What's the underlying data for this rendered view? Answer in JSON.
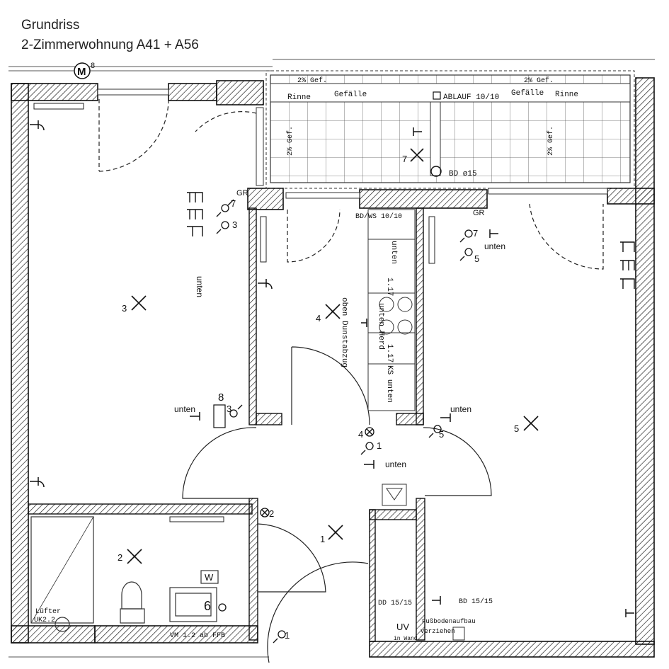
{
  "header": {
    "title": "Grundriss",
    "subtitle": "2-Zimmerwohnung A41 + A56"
  },
  "balcony": {
    "slope_top_left": "2% Gef.",
    "slope_top_right": "2% Gef.",
    "gutter_left": "Rinne",
    "gutter_right": "Rinne",
    "fall_left": "Gefälle",
    "fall_right": "Gefälle",
    "drain": "ABLAUF 10/10",
    "slope_side_left": "2% Gef.",
    "slope_side_right": "2% Gef.",
    "floor_drain": "BD ø15",
    "light_no": "7"
  },
  "symbols": {
    "meter": "M",
    "meter_no": "8",
    "gr_left": "GR",
    "gr_right": "GR",
    "bd_ws": "BD/WS 10/10",
    "dd_left": "DD 15/15",
    "bd_right": "BD 15/15",
    "uv": "UV",
    "floor_build": "Fußbodenaufbau",
    "pull": "verziehen",
    "uv_sub": "in Wand",
    "fan": "Lüfter",
    "fan_code": "UK2.2",
    "washer": "W",
    "vm": "VM 1.2 ab FFB",
    "range_hood": "oben Dunstabzug"
  },
  "rooms": {
    "r1": "1",
    "r2": "2",
    "r3": "3",
    "r4": "4",
    "r5": "5"
  },
  "kitchen": {
    "unten1": "unten",
    "h117a": "1.17",
    "unten_herd": "unten Herd",
    "h117b": "1.17",
    "ks_unten": "KS unten",
    "unten2": "unten"
  },
  "labels": {
    "unten_living": "unten",
    "unten_door": "unten",
    "unten_hall": "unten",
    "unten_bed_top": "unten",
    "unten_bed": "unten",
    "num_7a": "7",
    "num_3a": "3",
    "num_7b": "7",
    "num_5a": "5",
    "num_8": "8",
    "num_3b": "3",
    "num_4": "4",
    "num_1a": "1",
    "num_5b": "5",
    "num_2": "2",
    "num_6": "6",
    "num_1b": "1"
  }
}
